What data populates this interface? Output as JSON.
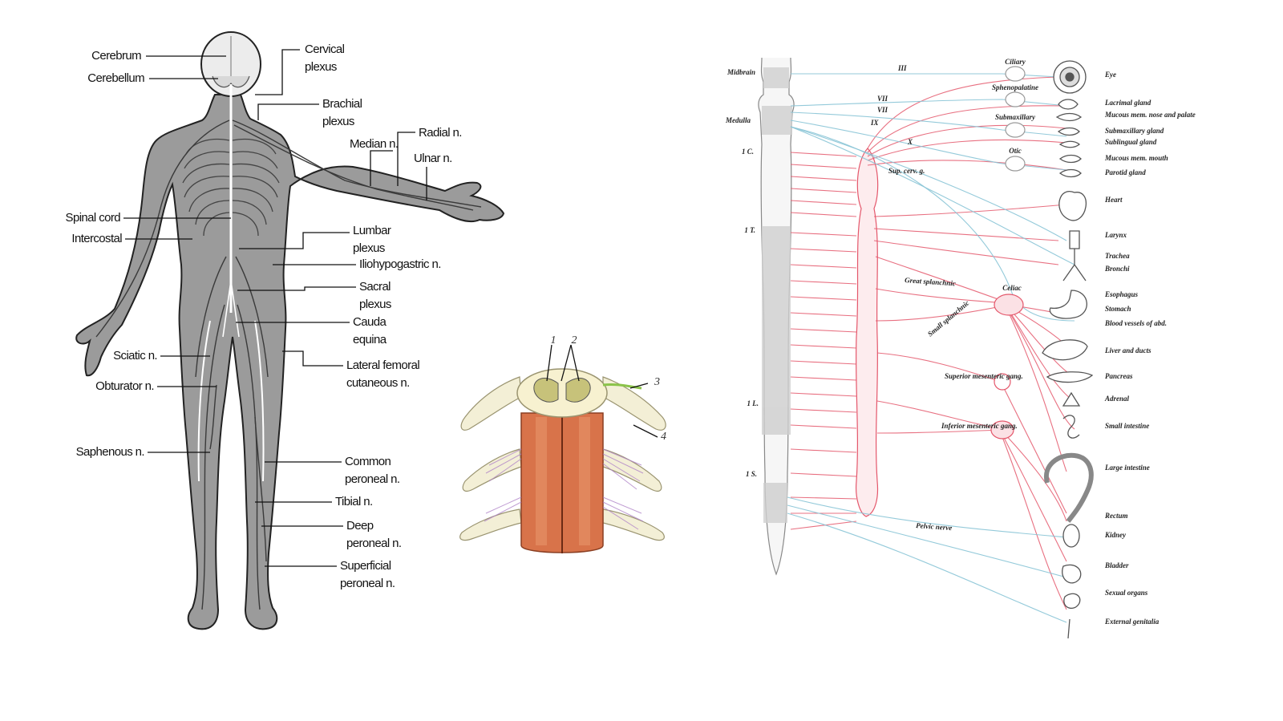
{
  "body_labels": {
    "cerebrum": "Cerebrum",
    "cerebellum": "Cerebellum",
    "cervical_1": "Cervical",
    "cervical_2": "plexus",
    "brachial_1": "Brachial",
    "brachial_2": "plexus",
    "median": "Median n.",
    "radial": "Radial n.",
    "ulnar": "Ulnar n.",
    "spinal_cord": "Spinal cord",
    "intercostal": "Intercostal",
    "lumbar_1": "Lumbar",
    "lumbar_2": "plexus",
    "iliohypogastric": "Iliohypogastric n.",
    "sacral_1": "Sacral",
    "sacral_2": "plexus",
    "cauda_1": "Cauda",
    "cauda_2": "equina",
    "sciatic": "Sciatic n.",
    "obturator": "Obturator n.",
    "lat_fem_1": "Lateral femoral",
    "lat_fem_2": "cutaneous n.",
    "saphenous": "Saphenous n.",
    "common_peroneal_1": "Common",
    "common_peroneal_2": "peroneal n.",
    "tibial": "Tibial n.",
    "deep_peroneal_1": "Deep",
    "deep_peroneal_2": "peroneal n.",
    "superficial_peroneal_1": "Superficial",
    "superficial_peroneal_2": "peroneal n."
  },
  "spine_section_numbers": [
    "1",
    "2",
    "3",
    "4"
  ],
  "autonomic": {
    "cord_labels": [
      "Midbrain",
      "Medulla",
      "1 C.",
      "1 T.",
      "1 L.",
      "1 S."
    ],
    "cranial_nerves": [
      "III",
      "VII",
      "VII",
      "IX",
      "X"
    ],
    "ganglia": [
      "Ciliary",
      "Sphenopalatine",
      "Submaxillary",
      "Otic",
      "Sup. cerv. g.",
      "Great splanchnic",
      "Small splanchnic",
      "Celiac",
      "Superior mesenteric gang.",
      "Inferior mesenteric gang.",
      "Pelvic nerve"
    ],
    "organs": [
      "Eye",
      "Lacrimal gland",
      "Mucous mem. nose and palate",
      "Submaxillary gland",
      "Sublingual gland",
      "Mucous mem. mouth",
      "Parotid gland",
      "Heart",
      "Larynx",
      "Trachea",
      "Bronchi",
      "Esophagus",
      "Stomach",
      "Blood vessels of abd.",
      "Liver and ducts",
      "Pancreas",
      "Adrenal",
      "Small intestine",
      "Large intestine",
      "Rectum",
      "Kidney",
      "Bladder",
      "Sexual organs",
      "External genitalia"
    ]
  },
  "colors": {
    "body_fill": "#9b9b9b",
    "head_fill": "#ececec",
    "sympathetic": "#e4576b",
    "parasympathetic": "#88c4d6"
  }
}
